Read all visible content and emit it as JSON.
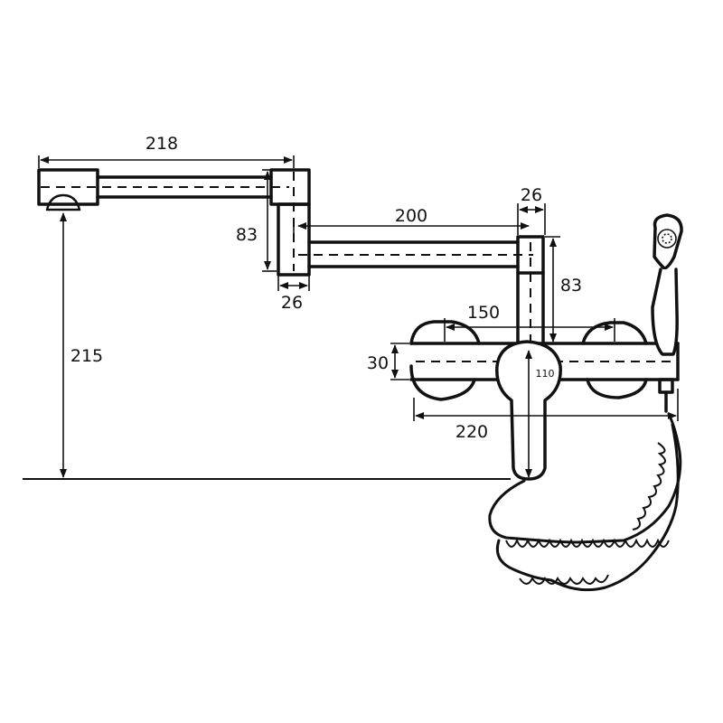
{
  "dimensions": {
    "spout_arm_length": "218",
    "elbow_drop_left": "83",
    "elbow_width_left": "26",
    "middle_arm_length": "200",
    "elbow_width_right": "26",
    "elbow_drop_right": "83",
    "spout_height": "215",
    "inlet_spacing": "150",
    "body_height": "30",
    "overall_width": "220",
    "handle_diameter": "110"
  }
}
